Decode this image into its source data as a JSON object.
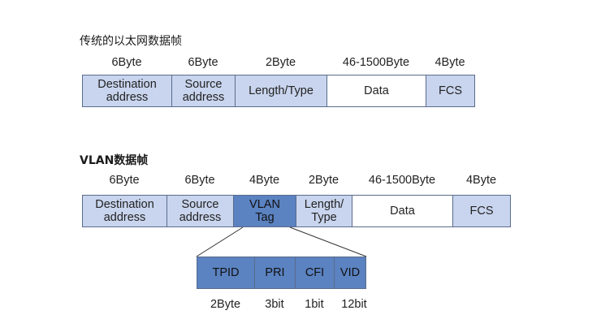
{
  "traditional": {
    "title": "传统的以太网数据帧",
    "fields": [
      {
        "size": "6Byte",
        "line1": "Destination",
        "line2": "address"
      },
      {
        "size": "6Byte",
        "line1": "Source",
        "line2": "address"
      },
      {
        "size": "2Byte",
        "line1": "Length/Type",
        "line2": ""
      },
      {
        "size": "46-1500Byte",
        "line1": "Data",
        "line2": ""
      },
      {
        "size": "4Byte",
        "line1": "FCS",
        "line2": ""
      }
    ]
  },
  "vlan": {
    "title": "VLAN数据帧",
    "fields": [
      {
        "size": "6Byte",
        "line1": "Destination",
        "line2": "address"
      },
      {
        "size": "6Byte",
        "line1": "Source",
        "line2": "address"
      },
      {
        "size": "4Byte",
        "line1": "VLAN",
        "line2": "Tag"
      },
      {
        "size": "2Byte",
        "line1": "Length/",
        "line2": "Type"
      },
      {
        "size": "46-1500Byte",
        "line1": "Data",
        "line2": ""
      },
      {
        "size": "4Byte",
        "line1": "FCS",
        "line2": ""
      }
    ]
  },
  "tag": {
    "fields": [
      {
        "label": "TPID",
        "size": "2Byte"
      },
      {
        "label": "PRI",
        "size": "3bit"
      },
      {
        "label": "CFI",
        "size": "1bit"
      },
      {
        "label": "VID",
        "size": "12bit"
      }
    ]
  },
  "colors": {
    "light_field": "#c9d5ee",
    "tag_field": "#5b82c1",
    "border": "#5a6c8c"
  }
}
